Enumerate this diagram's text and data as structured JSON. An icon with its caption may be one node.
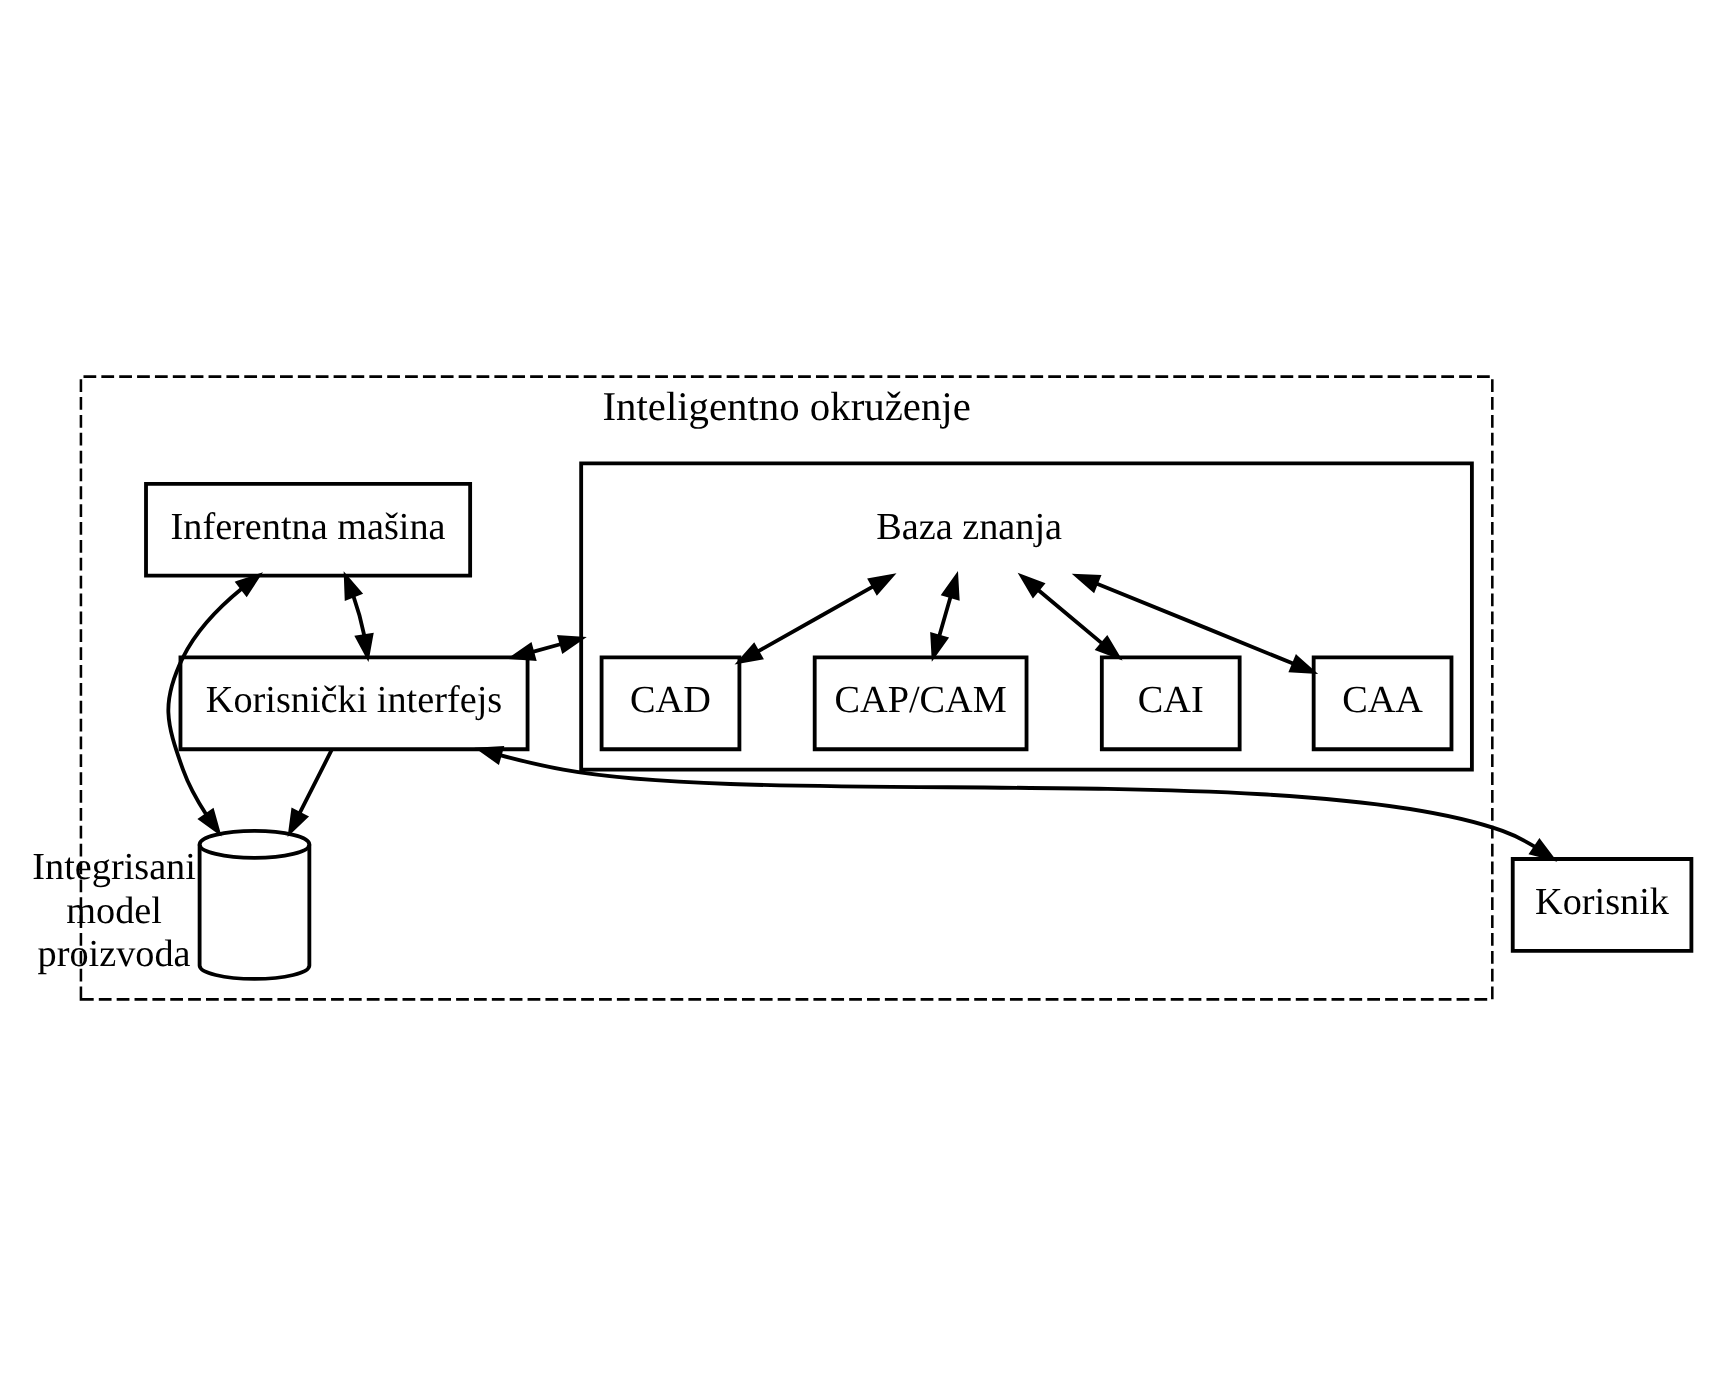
{
  "diagram": {
    "nodes": [
      {
        "text": [
          "Inteligentno okruženje"
        ]
      },
      {
        "text": [
          "Inferentna mašina"
        ],
        "in": 0
      },
      {
        "text": [
          "Baza znanja"
        ],
        "in": 0
      },
      {
        "text": [
          "CAD"
        ],
        "in": 2
      },
      {
        "text": [
          "CAP/CAM"
        ],
        "in": 2
      },
      {
        "text": [
          "CAI"
        ],
        "in": 2
      },
      {
        "text": [
          "CAA"
        ],
        "in": 2
      },
      {
        "text": [
          "Korisnički interfejs"
        ],
        "in": 0
      },
      {
        "text": [],
        "shape": "cylinder",
        "beside": [
          "Integrisani model proizvoda"
        ],
        "in": 0
      },
      {
        "text": [
          "Korisnik"
        ]
      }
    ],
    "edges": [
      {
        "from": 2,
        "to": 3,
        "arrow": "both"
      },
      {
        "from": 2,
        "to": 4,
        "arrow": "both"
      },
      {
        "from": 2,
        "to": 5,
        "arrow": "both"
      },
      {
        "from": 2,
        "to": 6,
        "arrow": "both"
      },
      {
        "from": 2,
        "to": 7,
        "arrow": "both"
      },
      {
        "from": 7,
        "to": 1,
        "arrow": "both"
      },
      {
        "from": 7,
        "to": 8,
        "arrow": "to"
      },
      {
        "from": 8,
        "to": 1,
        "arrow": "both"
      },
      {
        "from": 7,
        "to": 9,
        "arrow": "both"
      }
    ]
  }
}
